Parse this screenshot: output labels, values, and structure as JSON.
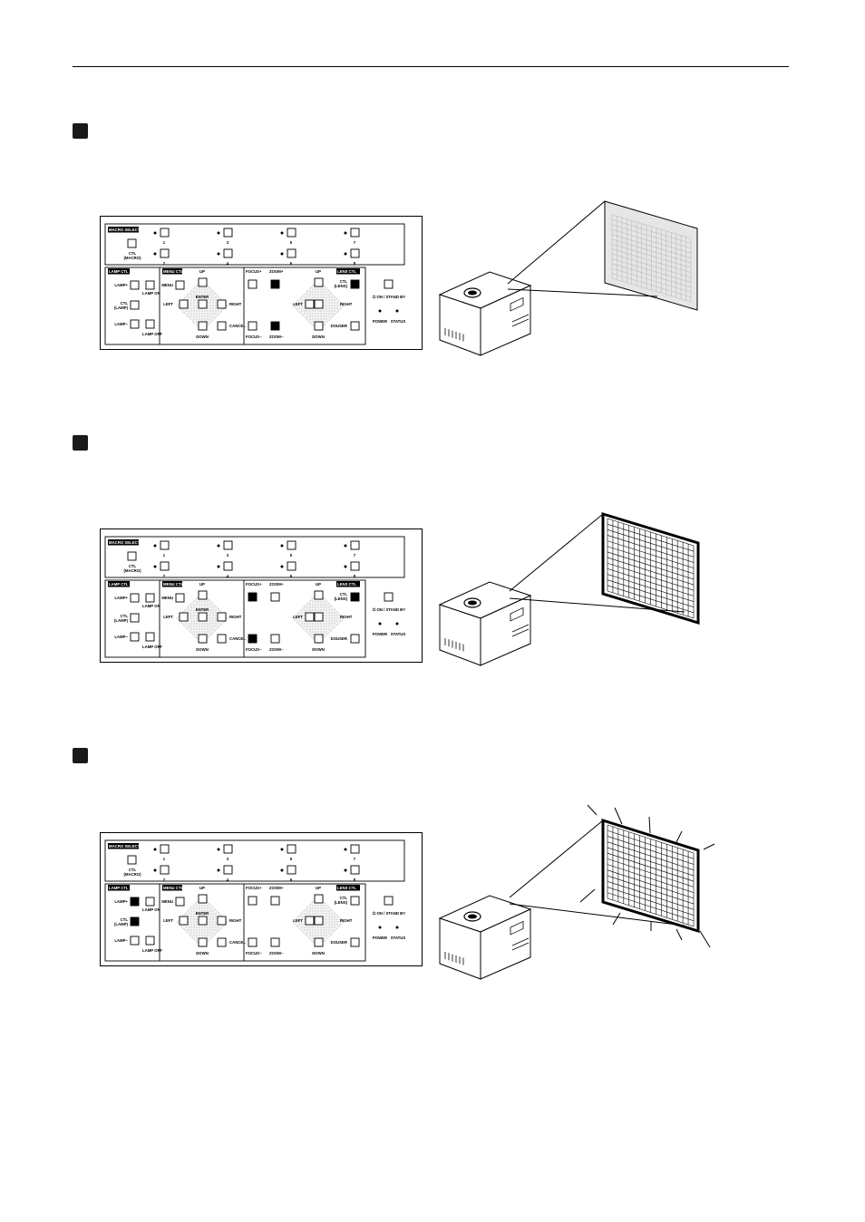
{
  "sections": [
    {
      "mode": "normal",
      "panel": {
        "lamp_plus": false,
        "ctl_lamp": false,
        "lamp_minus": false,
        "focus_plus": false,
        "zoom_plus": true,
        "zoom_minus": true,
        "focus_minus": false,
        "ctl_lens": true,
        "macro_1": false,
        "macro_2": false
      }
    },
    {
      "mode": "focus",
      "panel": {
        "lamp_plus": false,
        "ctl_lamp": false,
        "lamp_minus": false,
        "focus_plus": true,
        "zoom_plus": false,
        "zoom_minus": false,
        "focus_minus": true,
        "ctl_lens": true,
        "macro_1": false,
        "macro_2": false
      }
    },
    {
      "mode": "lamp",
      "panel": {
        "lamp_plus": true,
        "ctl_lamp": true,
        "lamp_minus": false,
        "focus_plus": false,
        "zoom_plus": false,
        "zoom_minus": false,
        "focus_minus": false,
        "ctl_lens": false,
        "macro_1": false,
        "macro_2": false
      }
    }
  ],
  "labels": {
    "macro_select": "MACRO SELECT",
    "ctl_macro": "CTL",
    "ctl_macro_sub": "(MACRO)",
    "macro_nums_top": [
      "1",
      "3",
      "5",
      "7"
    ],
    "macro_nums_bottom": [
      "2",
      "4",
      "6",
      "8"
    ],
    "lamp_ctl": "LAMP CTL",
    "lamp_plus": "LAMP+",
    "lamp_minus": "LAMP−",
    "lamp_on": "LAMP ON",
    "lamp_off": "LAMP OFF",
    "ctl_lamp": "CTL",
    "ctl_lamp_sub": "(LAMP)",
    "menu_ctl": "MENU CTL",
    "menu": "MENU",
    "up": "UP",
    "down": "DOWN",
    "left": "LEFT",
    "right": "RIGHT",
    "enter": "ENTER",
    "cancel": "CANCEL",
    "focus_plus": "FOCUS+",
    "focus_minus": "FOCUS−",
    "zoom_plus": "ZOOM+",
    "zoom_minus": "ZOOM−",
    "lens_ctl": "LENS CTL",
    "ctl_lens": "CTL",
    "ctl_lens_sub": "(LENS)",
    "douser": "DOUSER",
    "on_standby": "⏻ ON / STAND BY",
    "power": "POWER",
    "status": "STATUS"
  }
}
